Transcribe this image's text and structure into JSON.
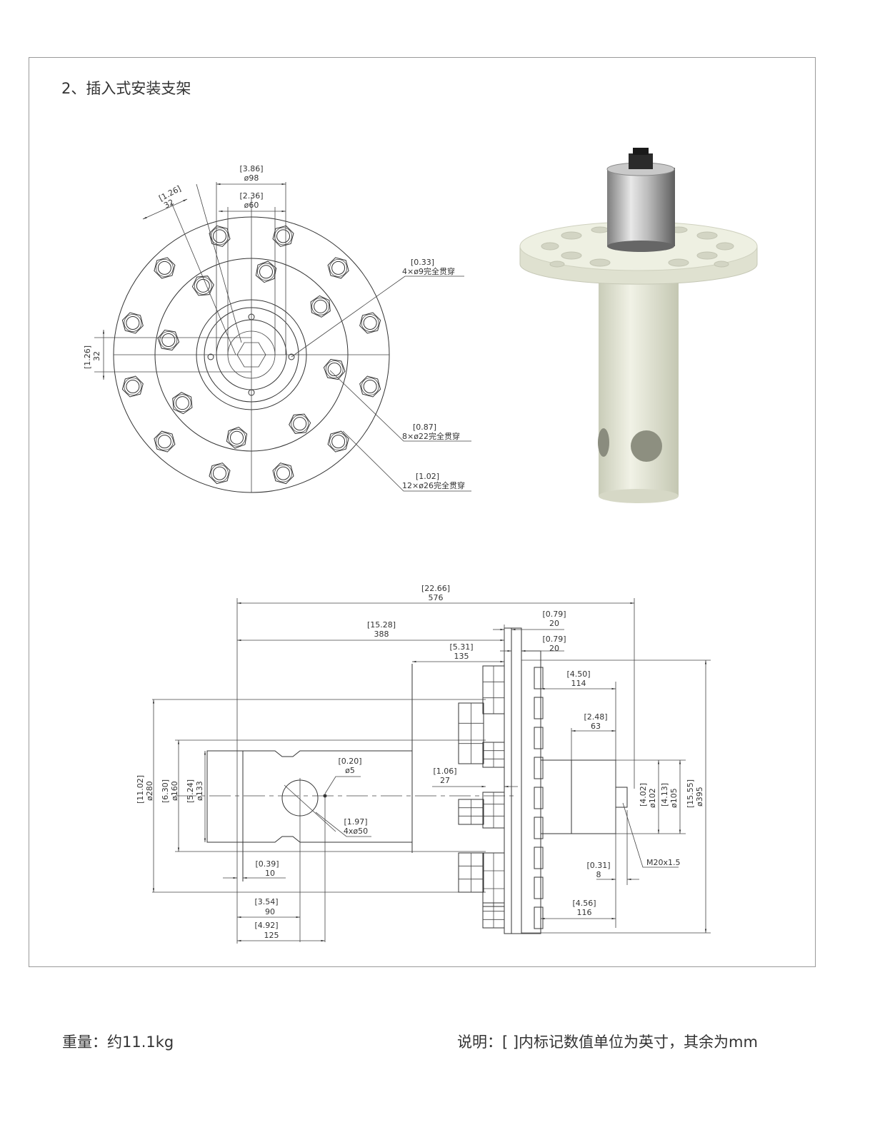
{
  "title": "2、插入式安装支架",
  "footer": {
    "weight": "重量：约11.1kg",
    "note": "说明：[ ]内标记数值单位为英寸，其余为mm"
  },
  "top_view": {
    "d98_in": "[3.86]",
    "d98": "ø98",
    "d60_in": "[2.36]",
    "d60": "ø60",
    "w32a_in": "[1.26]",
    "w32a": "32",
    "w32b_in": "[1.26]",
    "w32b": "32",
    "h9_in": "[0.33]",
    "h9": "4×ø9完全贯穿",
    "h22_in": "[0.87]",
    "h22": "8×ø22完全贯穿",
    "h26_in": "[1.02]",
    "h26": "12×ø26完全贯穿"
  },
  "side_view": {
    "l576_in": "[22.66]",
    "l576": "576",
    "l388_in": "[15.28]",
    "l388": "388",
    "l135_in": "[5.31]",
    "l135": "135",
    "t20a_in": "[0.79]",
    "t20a": "20",
    "t20b_in": "[0.79]",
    "t20b": "20",
    "l114_in": "[4.50]",
    "l114": "114",
    "l63_in": "[2.48]",
    "l63": "63",
    "d5_in": "[0.20]",
    "d5": "ø5",
    "l27_in": "[1.06]",
    "l27": "27",
    "d50_in": "[1.97]",
    "d50": "4xø50",
    "d280_in": "[11.02]",
    "d280": "ø280",
    "d160_in": "[6.30]",
    "d160": "ø160",
    "d133_in": "[5.24]",
    "d133": "ø133",
    "d102_in": "[4.02]",
    "d102": "ø102",
    "d105_in": "[4.13]",
    "d105": "ø105",
    "d395_in": "[15.55]",
    "d395": "ø395",
    "l10_in": "[0.39]",
    "l10": "10",
    "l90_in": "[3.54]",
    "l90": "90",
    "l125_in": "[4.92]",
    "l125": "125",
    "l8_in": "[0.31]",
    "l8": "8",
    "l116_in": "[4.56]",
    "l116": "116",
    "thread": "M20x1.5"
  }
}
